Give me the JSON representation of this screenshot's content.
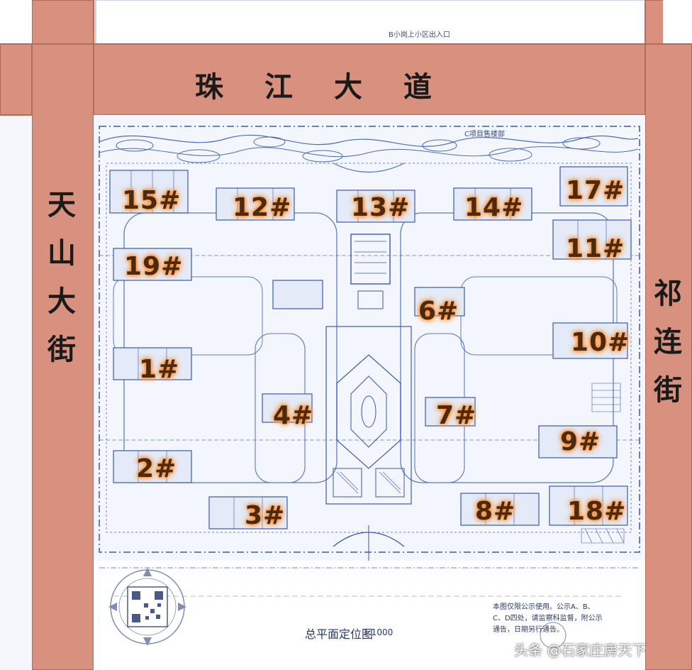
{
  "roads": {
    "north": "珠江大道",
    "west": "天山大街",
    "east": "祁连街"
  },
  "labels": {
    "top_entrance": "B小岗上小区出入口",
    "sales_office": "C项目售楼部",
    "plan_title": "总平面定位图",
    "scale": "1:1000",
    "notice": "本图仅限公示使用。公示A、B、C、D四处，请监察科监督，附公示通告，日期另行通告。",
    "watermark": "头条 @石家庄房天下"
  },
  "buildings": [
    {
      "id": "15",
      "label": "15#"
    },
    {
      "id": "12",
      "label": "12#"
    },
    {
      "id": "13",
      "label": "13#"
    },
    {
      "id": "14",
      "label": "14#"
    },
    {
      "id": "17",
      "label": "17#"
    },
    {
      "id": "11",
      "label": "11#"
    },
    {
      "id": "19",
      "label": "19#"
    },
    {
      "id": "6",
      "label": "6#"
    },
    {
      "id": "10",
      "label": "10#"
    },
    {
      "id": "1",
      "label": "1#"
    },
    {
      "id": "4",
      "label": "4#"
    },
    {
      "id": "7",
      "label": "7#"
    },
    {
      "id": "9",
      "label": "9#"
    },
    {
      "id": "2",
      "label": "2#"
    },
    {
      "id": "3",
      "label": "3#"
    },
    {
      "id": "8",
      "label": "8#"
    },
    {
      "id": "18",
      "label": "18#"
    }
  ],
  "colors": {
    "road": "#d9917f",
    "road_edge": "#b86a58",
    "plan_line": "#4a6fb5",
    "building_glow": "#ff8a2a"
  }
}
